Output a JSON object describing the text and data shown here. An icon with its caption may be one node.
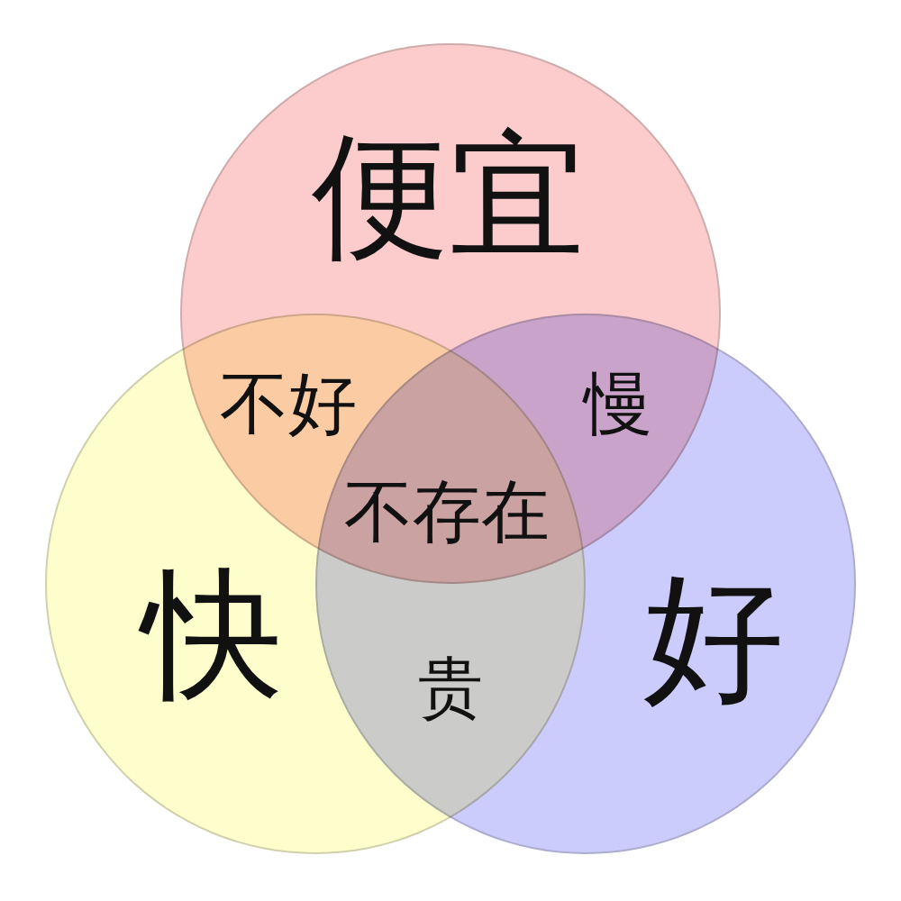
{
  "diagram": {
    "nodes": [
      {
        "text": [
          "便宜"
        ]
      },
      {
        "text": [
          "快"
        ]
      },
      {
        "text": [
          "好"
        ]
      }
    ],
    "labels": [
      "不好",
      "慢",
      "不存在",
      "贵"
    ]
  }
}
